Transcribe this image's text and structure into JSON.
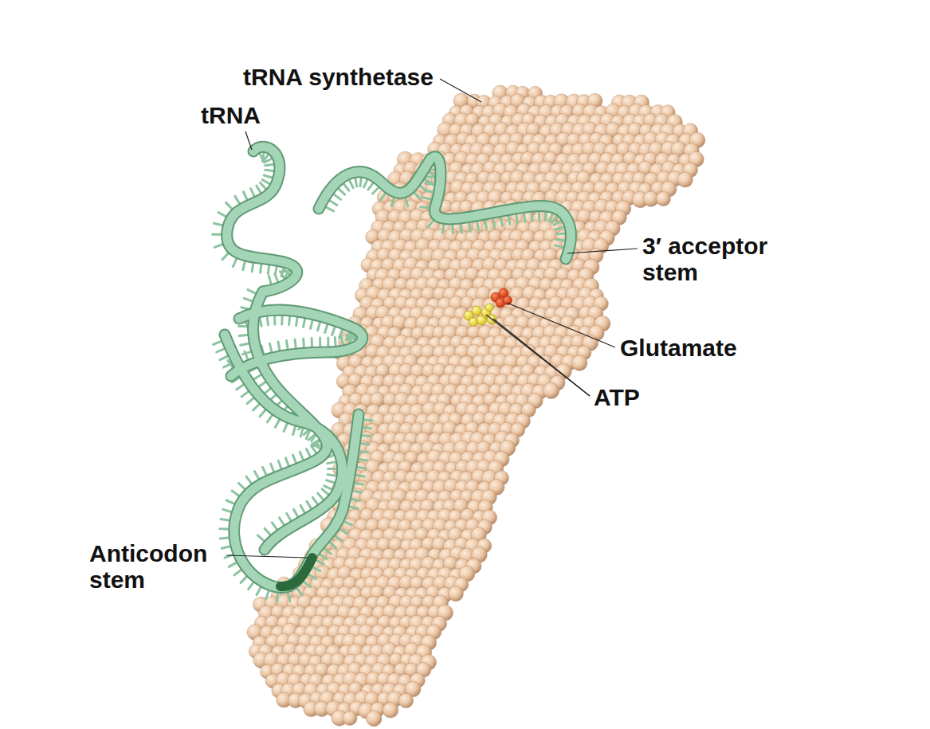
{
  "diagram": {
    "labels": [
      "tRNA synthetase",
      "tRNA",
      "3′ acceptor stem",
      "Glutamate",
      "ATP",
      "Anticodon stem"
    ]
  }
}
